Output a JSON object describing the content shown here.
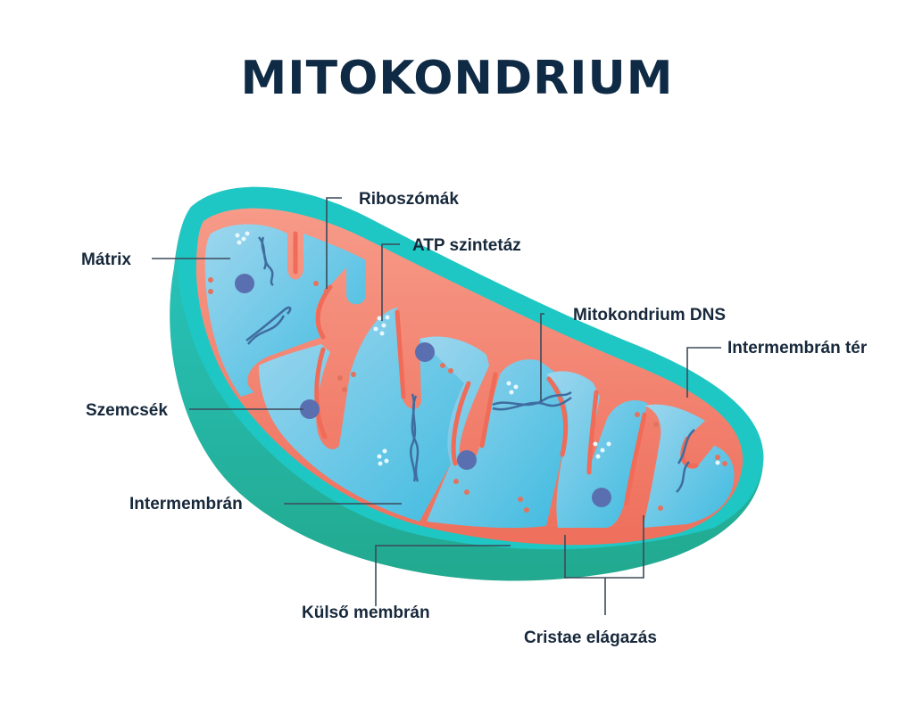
{
  "title": "MITOKONDRIUM",
  "labels": {
    "riboszomak": "Riboszómák",
    "atp": "ATP szintetáz",
    "matrix": "Mátrix",
    "dns": "Mitokondrium DNS",
    "intermembran_ter": "Intermembrán tér",
    "szemcsek": "Szemcsék",
    "intermembran": "Intermembrán",
    "kulso": "Külső membrán",
    "cristae": "Cristae elágazás"
  },
  "colors": {
    "title": "#0f2a44",
    "outer_membrane": "#24c6b6",
    "outer_shell": "#2cbfa8",
    "inner_membrane": "#f4836f",
    "matrix": "#5cc8e4",
    "granule": "#5a6fb0",
    "leader_line": "#3b4a5a"
  }
}
